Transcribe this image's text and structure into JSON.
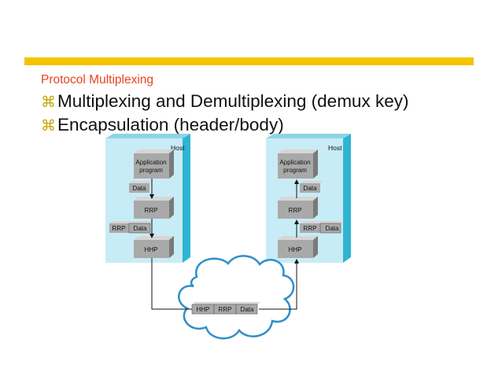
{
  "slide": {
    "subtitle": "Protocol Multiplexing",
    "bullet_glyph": "⌘",
    "bullets": [
      "Multiplexing and Demultiplexing (demux key)",
      "Encapsulation (header/body)"
    ]
  },
  "diagram": {
    "left_host": {
      "host_label": "Host",
      "application_line1": "Application",
      "application_line2": "program",
      "data_label": "Data",
      "rrp_box": "RRP",
      "rrp_header": "RRP",
      "rrp_data": "Data",
      "hhp_box": "HHP"
    },
    "right_host": {
      "host_label": "Host",
      "application_line1": "Application",
      "application_line2": "program",
      "data_label": "Data",
      "rrp_box": "RRP",
      "rrp_header": "RRP",
      "rrp_data": "Data",
      "hhp_box": "HHP"
    },
    "network_packet": {
      "hhp": "HHP",
      "rrp": "RRP",
      "data": "Data"
    }
  },
  "colors": {
    "accent_bar": "#f4c400",
    "subtitle": "#e8431b",
    "bullet_glyph": "#c8a400",
    "host_panel": "#c8ecf5",
    "host_panel_side": "#2fb4d4",
    "box_face": "#a9a9a9",
    "box_top": "#d6d6d6",
    "box_side": "#7a7a7a",
    "cloud": "#ffffff",
    "cloud_outline": "#2f8fc8"
  }
}
